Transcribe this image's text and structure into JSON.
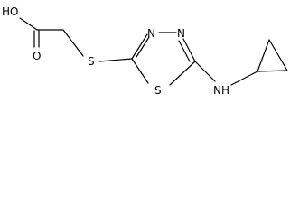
{
  "molecule": {
    "atoms": {
      "hydroxyl": "HO",
      "carbonyl_oxygen": "O",
      "thioether_sulfur": "S",
      "ring_sulfur": "S",
      "ring_nitrogen_left": "N",
      "ring_nitrogen_right": "N",
      "amine": "NH"
    }
  }
}
